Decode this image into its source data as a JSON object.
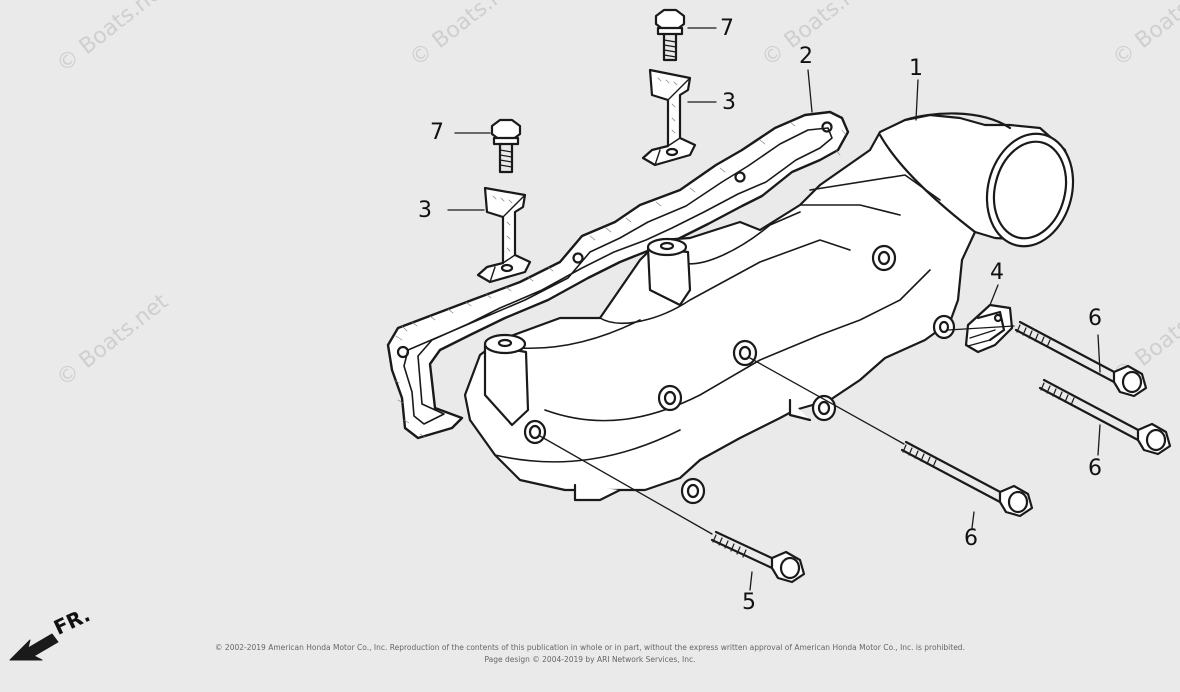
{
  "watermark": "© Boats.net",
  "callouts": {
    "c1": "1",
    "c2": "2",
    "c3a": "3",
    "c3b": "3",
    "c4": "4",
    "c5": "5",
    "c6a": "6",
    "c6b": "6",
    "c6c": "6",
    "c7a": "7",
    "c7b": "7"
  },
  "direction_label": "FR.",
  "footer": {
    "line1": "© 2002-2019 American Honda Motor Co., Inc. Reproduction of the contents of this publication in whole or in part, without the express written approval of American Honda Motor Co., Inc. is prohibited.",
    "line2": "Page design © 2004-2019 by ARI Network Services, Inc."
  }
}
